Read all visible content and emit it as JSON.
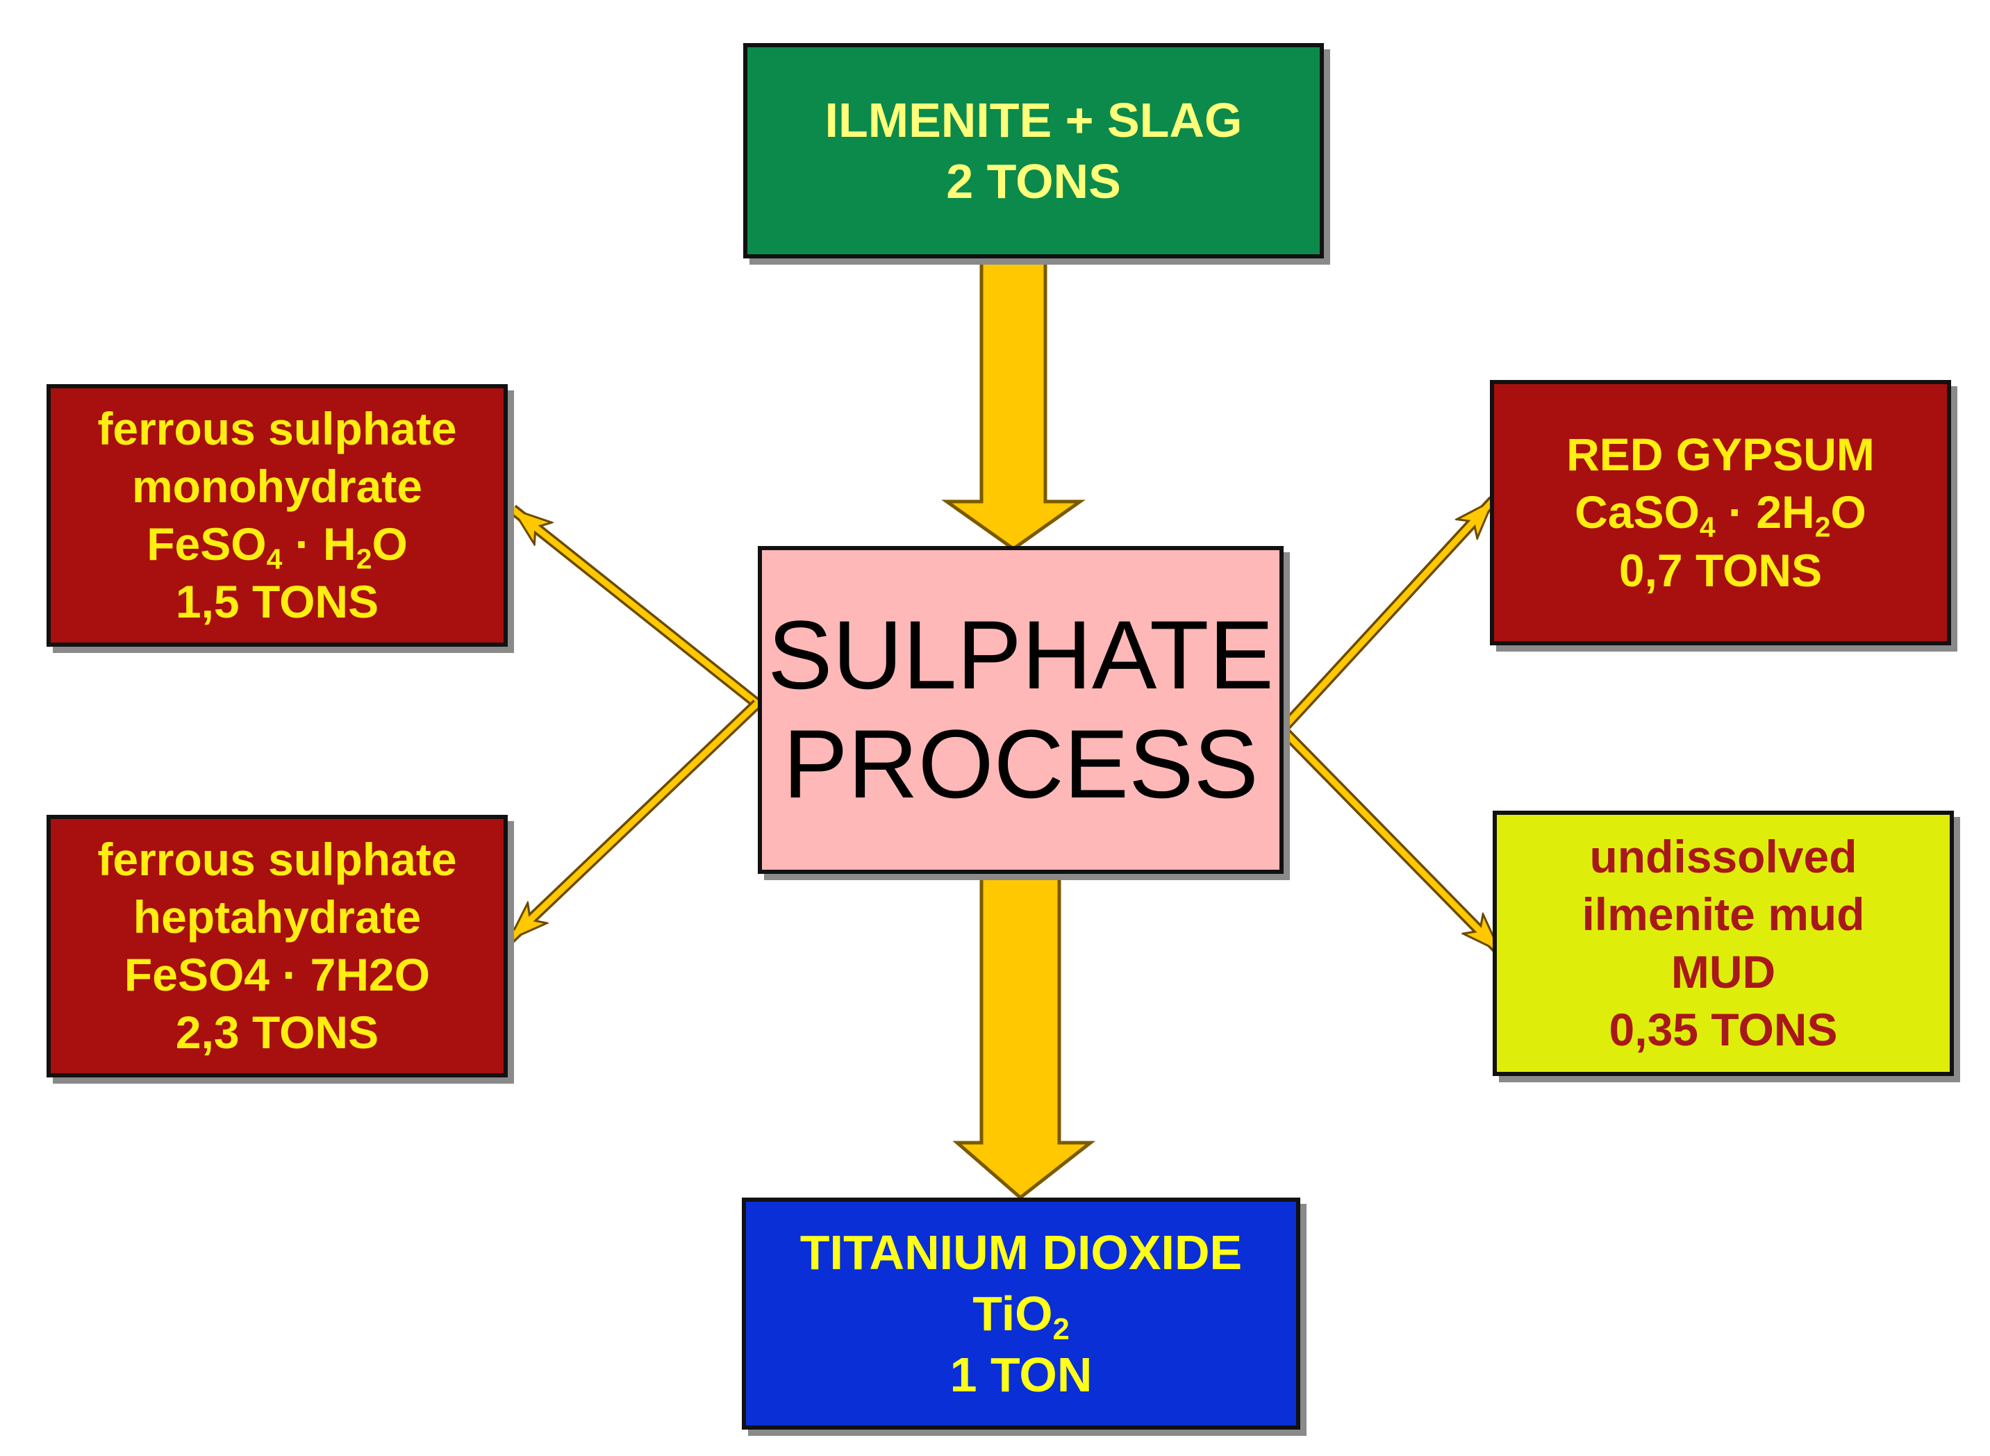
{
  "colors": {
    "input_box": "#0b8a4c",
    "process_box": "#ffb8b8",
    "byproduct_box": "#a80f0f",
    "mud_box": "#deee0a",
    "output_box": "#0a2fd6",
    "arrow_fill": "#ffc800",
    "arrow_outline": "#7a5a00"
  },
  "input": {
    "line1": "ILMENITE + SLAG",
    "line2": "2 TONS"
  },
  "process": {
    "line1": "SULPHATE",
    "line2": "PROCESS"
  },
  "monohydrate": {
    "line1": "ferrous sulphate",
    "line2": "monohydrate",
    "formula_a": "FeSO",
    "formula_a_sub": "4",
    "formula_b": " · H",
    "formula_b_sub": "2",
    "formula_c": "O",
    "amount": "1,5 TONS"
  },
  "heptahydrate": {
    "line1": "ferrous sulphate",
    "line2": "heptahydrate",
    "formula": "FeSO4 · 7H2O",
    "amount": "2,3 TONS"
  },
  "red_gypsum": {
    "line1": "RED GYPSUM",
    "formula_a": "CaSO",
    "formula_a_sub": "4",
    "formula_b": " · 2H",
    "formula_b_sub": "2",
    "formula_c": "O",
    "amount": "0,7 TONS"
  },
  "mud": {
    "line1": "undissolved",
    "line2": "ilmenite mud",
    "line3": "MUD",
    "amount": "0,35 TONS"
  },
  "output": {
    "line1": "TITANIUM DIOXIDE",
    "formula_a": "TiO",
    "formula_a_sub": "2",
    "amount": "1 TON"
  }
}
